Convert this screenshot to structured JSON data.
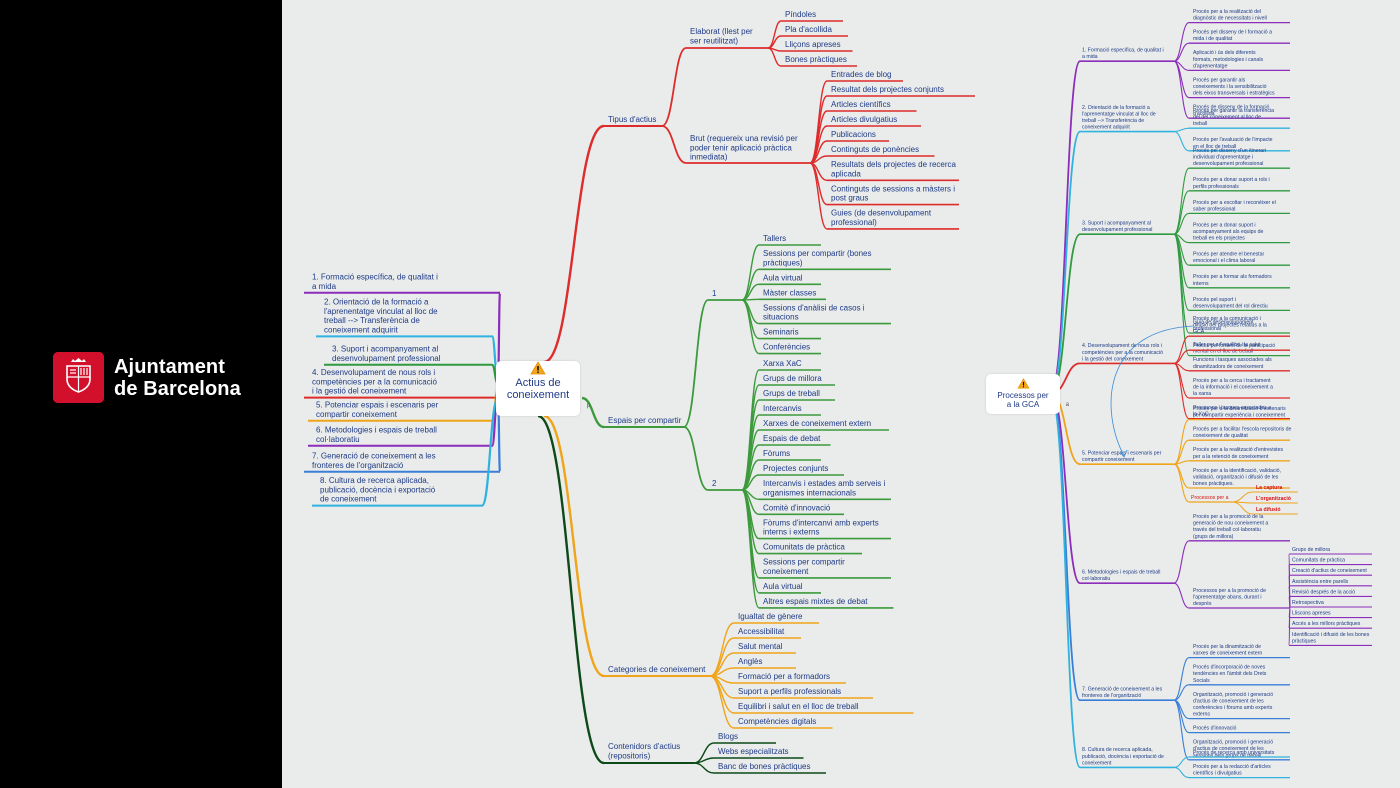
{
  "brand": {
    "name": "Ajuntament\nde Barcelona"
  },
  "center1": {
    "label": "Actius de\nconeixement",
    "marker": "p",
    "icon": "warning-icon"
  },
  "center2": {
    "label": "Processos per\na la GCA",
    "marker": "a",
    "icon": "warning-icon"
  },
  "colors": {
    "red": "#de2b2b",
    "green": "#3c9a3c",
    "orange": "#f0a419",
    "dgreen": "#0e4a19",
    "purple": "#8c2dbb",
    "cyan": "#2fb2df",
    "green2": "#2f9a3f",
    "blue": "#3a7ed8",
    "bg": "#e9ecea",
    "text": "#1f3a88"
  },
  "left": [
    {
      "t": "1. Formació específica, de qualitat i\na mida",
      "c": "purple"
    },
    {
      "t": "2. Orientació de la formació a\nl'aprenentatge vinculat al lloc de\ntreball --> Transferència de\nconeixement adquirit",
      "c": "cyan"
    },
    {
      "t": "3. Suport i acompanyament al\ndesenvolupament professional",
      "c": "green2"
    },
    {
      "t": "4. Desenvolupament de nous rols i\ncompetències per a la comunicació\ni la gestió del coneixement",
      "c": "red"
    },
    {
      "t": "5. Potenciar espais i escenaris per\ncompartir coneixement",
      "c": "orange"
    },
    {
      "t": "6. Metodologies i espais de treball\ncol·laboratiu",
      "c": "purple"
    },
    {
      "t": "7. Generació de coneixement a les\nfronteres de l'organització",
      "c": "blue"
    },
    {
      "t": "8. Cultura de recerca aplicada,\npublicació, docència i exportació\nde coneixement",
      "c": "cyan"
    }
  ],
  "b1": [
    {
      "t": "Tipus d'actius",
      "c": "red",
      "ch": [
        {
          "t": "Elaborat (llest per\nser reutilitzat)",
          "ch": [
            {
              "t": "Píndoles"
            },
            {
              "t": "Pla d'acollida"
            },
            {
              "t": "Lliçons apreses"
            },
            {
              "t": "Bones pràctiques"
            }
          ]
        },
        {
          "t": "Brut (requereix una revisió per\npoder tenir aplicació pràctica\ninmediata)",
          "ch": [
            {
              "t": "Entrades de blog"
            },
            {
              "t": "Resultat dels projectes conjunts"
            },
            {
              "t": "Articles científics"
            },
            {
              "t": "Articles divulgatius"
            },
            {
              "t": "Publicacions"
            },
            {
              "t": "Continguts de ponències"
            },
            {
              "t": "Resultats dels projectes de recerca\naplicada"
            },
            {
              "t": "Continguts de sessions a màsters i\npost graus"
            },
            {
              "t": "Guies (de desenvolupament\nprofessional)"
            }
          ]
        }
      ]
    },
    {
      "t": "Espais per compartir",
      "c": "green",
      "ch": [
        {
          "t": "1",
          "ch": [
            {
              "t": "Tallers"
            },
            {
              "t": "Sessions per compartir (bones\npràctiques)"
            },
            {
              "t": "Aula virtual"
            },
            {
              "t": "Màster classes"
            },
            {
              "t": "Sessions d'anàlisi de casos i\nsituacions"
            },
            {
              "t": "Seminaris"
            },
            {
              "t": "Conferències"
            }
          ]
        },
        {
          "t": "2",
          "ch": [
            {
              "t": "Xarxa XaC"
            },
            {
              "t": "Grups de millora"
            },
            {
              "t": "Grups de treball"
            },
            {
              "t": "Intercanvis"
            },
            {
              "t": "Xarxes de coneixement extern"
            },
            {
              "t": "Espais de debat"
            },
            {
              "t": "Fòrums"
            },
            {
              "t": "Projectes conjunts"
            },
            {
              "t": "Intercanvis i estades amb serveis i\norganismes internacionals"
            },
            {
              "t": "Comitè d'innovació"
            },
            {
              "t": "Fòrums d'intercanvi amb experts\ninterns i externs"
            },
            {
              "t": "Comunitats de pràctica"
            },
            {
              "t": "Sessions per compartir\nconeixement"
            },
            {
              "t": "Aula virtual"
            },
            {
              "t": "Altres espais mixtes de debat"
            }
          ]
        }
      ]
    },
    {
      "t": "Categories de coneixement",
      "c": "orange",
      "ch": [
        {
          "t": "Igualtat de gènere"
        },
        {
          "t": "Accessibilitat"
        },
        {
          "t": "Salut mental"
        },
        {
          "t": "Anglès"
        },
        {
          "t": "Formació per a formadors"
        },
        {
          "t": "Suport a perfils professionals"
        },
        {
          "t": "Equilibri i salut en el lloc de treball"
        },
        {
          "t": "Competències digitals"
        }
      ]
    },
    {
      "t": "Contenidors d'actius\n(repositoris)",
      "c": "dgreen",
      "ch": [
        {
          "t": "Blogs"
        },
        {
          "t": "Webs especialitzats"
        },
        {
          "t": "Banc de bones pràctiques"
        }
      ]
    }
  ],
  "b2": [
    {
      "t": "1. Formació específica, de qualitat i\na mida",
      "c": "purple",
      "ch": [
        {
          "t": "Procés per a la realització del\ndiagnòstic de necessitats i nivell"
        },
        {
          "t": "Procés pel disseny de l formació a\nmida i de qualitat"
        },
        {
          "t": "Aplicació i ús dels diferents\nformats, metodologies i canals\nd'aprenentatge"
        },
        {
          "t": "Procés per garantir als\nconeixements i la sensibilització\ndels eixos transversals i estratègics"
        },
        {
          "t": "Procés de disseny de la formació\nd'acollida"
        }
      ]
    },
    {
      "t": "2. Orientació de la formació a\nl'aprenentatge vinculat al lloc de\ntreball --> Transferència de\nconeixement adquirit",
      "c": "cyan",
      "ch": [
        {
          "t": "Procés per garantir la transferència\ndel del coneixement al lloc de\ntreball"
        },
        {
          "t": "Procés per l'avaluació de l'impacte\nen el lloc de treball"
        }
      ]
    },
    {
      "t": "3. Suport i acompanyament al\ndesenvolupament professional",
      "c": "green2",
      "ch": [
        {
          "t": "Procés pel disseny d'un itinerari\nindividual d'aprenentatge i\ndesenvolupament professional"
        },
        {
          "t": "Procés per a donar suport a rols i\nperfils professionals"
        },
        {
          "t": "Procés per a escoltar i reconèixer el\nsaber professional"
        },
        {
          "t": "Procés per a donar suport i\nacompanyament als equips de\ntreball en els projectes"
        },
        {
          "t": "Procés per atendre el benestar\nemocional i el clima laboral"
        },
        {
          "t": "Procés per a formar als formadors\ninterns"
        },
        {
          "t": "Procés pel suport i\ndesenvolupament del rol directiu"
        },
        {
          "t": "Guia de desenvolupament\nprofessional"
        },
        {
          "t": "Taller per a l'equilibri i la salut\nmental en el lloc de treball"
        }
      ]
    },
    {
      "t": "4. Desenvolupament de nous rols i\ncompetències per a la comunicació\ni la gestió del coneixement",
      "c": "red",
      "ch": [
        {
          "t": "Procés per a la comunicació i\ndifusió del projectes relatius a la\nGCA"
        },
        {
          "t": "Procés pel foment de la participació"
        },
        {
          "t": "Funcions i tasques associades als\ndinamitzadors de coneixement"
        },
        {
          "t": "Procés per a la cerca i tractament\nde la informació i el coneixement a\nla xarxa"
        },
        {
          "t": "Processos i tasques associades a\nla XaC"
        }
      ]
    },
    {
      "t": "5. Potenciar espais i escenaris per\ncompartir coneixement",
      "c": "orange",
      "ch": [
        {
          "t": "Procés per a la dinamització d'escenaris\nper compartir experiència i coneixement"
        },
        {
          "t": "Procés per a facilitar l'escola repositoris de\nconeixement de qualitat"
        },
        {
          "t": "Procés per a la realització d'entrevistes\nper a la retenció de coneixement"
        },
        {
          "t": "Procés per a la identificació, validació,\nvalidació, organització i difusió de les\nbones pràctiques."
        },
        {
          "t": "Processos per a",
          "red": true,
          "ch": [
            {
              "t": "La captura"
            },
            {
              "t": "L'organització"
            },
            {
              "t": "La difusió"
            }
          ]
        }
      ]
    },
    {
      "t": "6. Metodologies i espais de treball\ncol·laboratiu",
      "c": "purple",
      "ch": [
        {
          "t": "Procés per a la promoció de la\ngeneració de nou coneixement a\ntravés del treball col·laboratiu\n(grups de millora)"
        },
        {
          "t": "Processos per a la promoció de\nl'aprenentatge abans, durant i\ndesprés",
          "ch": [
            {
              "t": "Grups de millora"
            },
            {
              "t": "Comunitats de pràctica"
            },
            {
              "t": "Creació d'actius de coneixement"
            },
            {
              "t": "Assistència entre parells"
            },
            {
              "t": "Revisió després de la acció"
            },
            {
              "t": "Retrospectiva"
            },
            {
              "t": "Lliscons apreses"
            },
            {
              "t": "Accés a les millors pràctiques"
            },
            {
              "t": "Identificació i difusió de les bones\npràctiques"
            }
          ]
        }
      ]
    },
    {
      "t": "7. Generació de coneixement a les\nfronteres de l'organització",
      "c": "blue",
      "ch": [
        {
          "t": "Procés per la dinamització de\nxarxes de coneixement extern"
        },
        {
          "t": "Procés d'incorporació de noves\ntendències en l'àmbit dels Drets\nSocials"
        },
        {
          "t": "Organització, promoció i generació\nd'actius de coneixement de les\nconferències i fòrums amb experts\nexterns"
        },
        {
          "t": "Procés d'innovació"
        },
        {
          "t": "Organització, promoció i generació\nd'actius de coneixement de les\nsessions dels grups de treball"
        }
      ]
    },
    {
      "t": "8. Cultura de recerca aplicada,\npublicació, docència i exportació de\nconeixement",
      "c": "cyan",
      "ch": [
        {
          "t": "Procés de recerca amb universitats"
        },
        {
          "t": "Procés per a la redacció d'articles\ncientífics i divulgatius"
        }
      ]
    }
  ]
}
